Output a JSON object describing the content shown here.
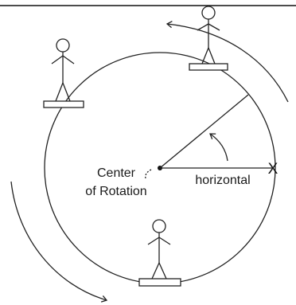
{
  "labels": {
    "center_line1": "Center",
    "center_line2": "of Rotation",
    "horizontal": "horizontal",
    "end_mark": "X"
  },
  "colors": {
    "ink": "#222222",
    "background": "#ffffff"
  }
}
